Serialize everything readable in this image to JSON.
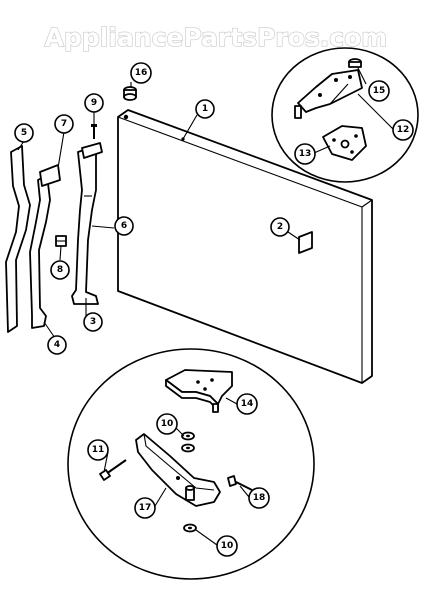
{
  "watermark": "AppliancePartsPros.com",
  "callouts": {
    "c1": "1",
    "c2": "2",
    "c3": "3",
    "c4": "4",
    "c5": "5",
    "c6": "6",
    "c7": "7",
    "c8": "8",
    "c9": "9",
    "c10a": "10",
    "c10b": "10",
    "c11": "11",
    "c12": "12",
    "c13": "13",
    "c14": "14",
    "c15": "15",
    "c16": "16",
    "c17": "17",
    "c18": "18"
  }
}
